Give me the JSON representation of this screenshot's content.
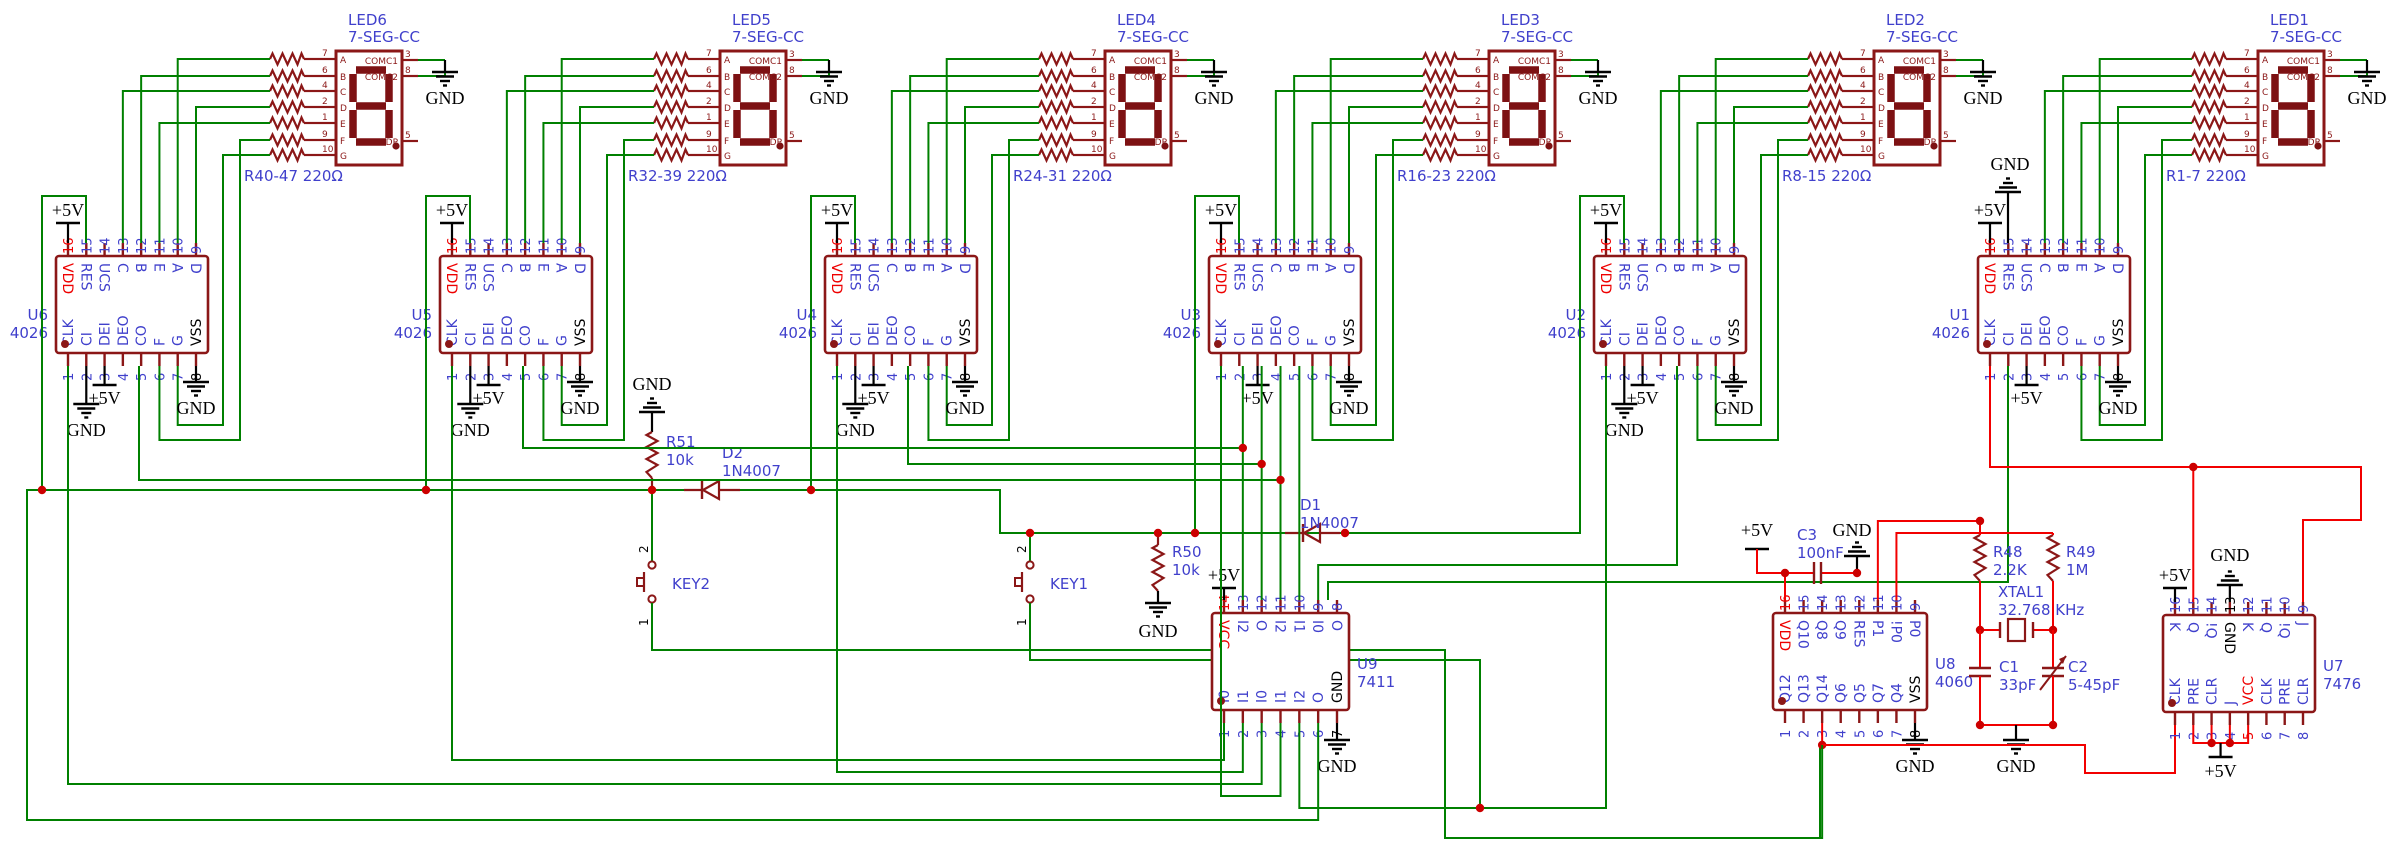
{
  "schematic": {
    "colors": {
      "component": "#8b1717",
      "wire_green": "#008000",
      "wire_red": "#f20000",
      "label_blue": "#4040cc",
      "power_red": "#ee0000",
      "black": "#000000",
      "junction": "#cc0000",
      "background": "#ffffff"
    },
    "power": {
      "vcc": "+5V",
      "gnd": "GND"
    },
    "display": {
      "type_label": "7-SEG-CC",
      "segment_pins": [
        {
          "seg": "A",
          "pin": "7"
        },
        {
          "seg": "B",
          "pin": "6"
        },
        {
          "seg": "C",
          "pin": "4"
        },
        {
          "seg": "D",
          "pin": "2"
        },
        {
          "seg": "E",
          "pin": "1"
        },
        {
          "seg": "F",
          "pin": "9"
        },
        {
          "seg": "G",
          "pin": "10"
        }
      ],
      "comc1": {
        "label": "COMC1",
        "pin": "3"
      },
      "comc2": {
        "label": "COMC2",
        "pin": "8"
      },
      "dp": {
        "label": "DP",
        "pin": "5"
      }
    },
    "counter_ic": {
      "part": "4026",
      "top_pins": [
        {
          "num": "16",
          "name": "VDD",
          "type": "power"
        },
        {
          "num": "15",
          "name": "RES"
        },
        {
          "num": "14",
          "name": "UCS"
        },
        {
          "num": "13",
          "name": "C"
        },
        {
          "num": "12",
          "name": "B"
        },
        {
          "num": "11",
          "name": "E"
        },
        {
          "num": "10",
          "name": "A"
        },
        {
          "num": "9",
          "name": "D"
        }
      ],
      "bottom_pins": [
        {
          "num": "1",
          "name": "CLK"
        },
        {
          "num": "2",
          "name": "CI"
        },
        {
          "num": "3",
          "name": "DEI"
        },
        {
          "num": "4",
          "name": "DEO"
        },
        {
          "num": "5",
          "name": "CO"
        },
        {
          "num": "6",
          "name": "F"
        },
        {
          "num": "7",
          "name": "G"
        },
        {
          "num": "8",
          "name": "VSS",
          "type": "ground"
        }
      ]
    },
    "digit_blocks": [
      {
        "led_ref": "LED6",
        "resistor_label": "R40-47 220Ω",
        "ic_ref": "U6"
      },
      {
        "led_ref": "LED5",
        "resistor_label": "R32-39 220Ω",
        "ic_ref": "U5"
      },
      {
        "led_ref": "LED4",
        "resistor_label": "R24-31 220Ω",
        "ic_ref": "U4"
      },
      {
        "led_ref": "LED3",
        "resistor_label": "R16-23 220Ω",
        "ic_ref": "U3"
      },
      {
        "led_ref": "LED2",
        "resistor_label": "R8-15 220Ω",
        "ic_ref": "U2"
      },
      {
        "led_ref": "LED1",
        "resistor_label": "R1-7 220Ω",
        "ic_ref": "U1"
      }
    ],
    "gate_ic": {
      "ref": "U9",
      "part": "7411",
      "top_pins": [
        {
          "num": "14",
          "name": "VCC",
          "type": "power"
        },
        {
          "num": "13",
          "name": "I2"
        },
        {
          "num": "12",
          "name": "O"
        },
        {
          "num": "11",
          "name": "I2"
        },
        {
          "num": "10",
          "name": "I1"
        },
        {
          "num": "9",
          "name": "I0"
        },
        {
          "num": "8",
          "name": "O"
        }
      ],
      "bottom_pins": [
        {
          "num": "1",
          "name": "I0"
        },
        {
          "num": "2",
          "name": "I1"
        },
        {
          "num": "3",
          "name": "I0"
        },
        {
          "num": "4",
          "name": "I1"
        },
        {
          "num": "5",
          "name": "I2"
        },
        {
          "num": "6",
          "name": "O"
        },
        {
          "num": "7",
          "name": "GND",
          "type": "ground"
        }
      ]
    },
    "osc_ic": {
      "ref": "U8",
      "part": "4060",
      "top_pins": [
        {
          "num": "16",
          "name": "VDD",
          "type": "power"
        },
        {
          "num": "15",
          "name": "Q10"
        },
        {
          "num": "14",
          "name": "Q8"
        },
        {
          "num": "13",
          "name": "Q9"
        },
        {
          "num": "12",
          "name": "RES"
        },
        {
          "num": "11",
          "name": "P1"
        },
        {
          "num": "10",
          "name": "!P0"
        },
        {
          "num": "9",
          "name": "P0"
        }
      ],
      "bottom_pins": [
        {
          "num": "1",
          "name": "Q12"
        },
        {
          "num": "2",
          "name": "Q13"
        },
        {
          "num": "3",
          "name": "Q14"
        },
        {
          "num": "4",
          "name": "Q6"
        },
        {
          "num": "5",
          "name": "Q5"
        },
        {
          "num": "6",
          "name": "Q7"
        },
        {
          "num": "7",
          "name": "Q4"
        },
        {
          "num": "8",
          "name": "VSS",
          "type": "ground"
        }
      ]
    },
    "ff_ic": {
      "ref": "U7",
      "part": "7476",
      "top_pins": [
        {
          "num": "16",
          "name": "K"
        },
        {
          "num": "15",
          "name": "Q"
        },
        {
          "num": "14",
          "name": "!Q"
        },
        {
          "num": "13",
          "name": "GND",
          "type": "ground"
        },
        {
          "num": "12",
          "name": "K"
        },
        {
          "num": "11",
          "name": "Q"
        },
        {
          "num": "10",
          "name": "!Q"
        },
        {
          "num": "9",
          "name": "J"
        }
      ],
      "bottom_pins": [
        {
          "num": "1",
          "name": "CLK"
        },
        {
          "num": "2",
          "name": "PRE"
        },
        {
          "num": "3",
          "name": "CLR"
        },
        {
          "num": "4",
          "name": "J"
        },
        {
          "num": "5",
          "name": "VCC",
          "type": "power"
        },
        {
          "num": "6",
          "name": "CLK"
        },
        {
          "num": "7",
          "name": "PRE"
        },
        {
          "num": "8",
          "name": "CLR"
        }
      ]
    },
    "reset_circuit": {
      "r51": {
        "ref": "R51",
        "value": "10k"
      },
      "d2": {
        "ref": "D2",
        "value": "1N4007"
      },
      "key2": {
        "ref": "KEY2",
        "pin_top": "2",
        "pin_bottom": "1"
      },
      "r50": {
        "ref": "R50",
        "value": "10k"
      },
      "d1": {
        "ref": "D1",
        "value": "1N4007"
      },
      "key1": {
        "ref": "KEY1",
        "pin_top": "2",
        "pin_bottom": "1"
      }
    },
    "oscillator": {
      "c3": {
        "ref": "C3",
        "value": "100nF"
      },
      "r48": {
        "ref": "R48",
        "value": "2.2K"
      },
      "r49": {
        "ref": "R49",
        "value": "1M"
      },
      "xtal": {
        "ref": "XTAL1",
        "value": "32.768 KHz"
      },
      "c1": {
        "ref": "C1",
        "value": "33pF"
      },
      "c2": {
        "ref": "C2",
        "value": "5-45pF"
      }
    }
  }
}
